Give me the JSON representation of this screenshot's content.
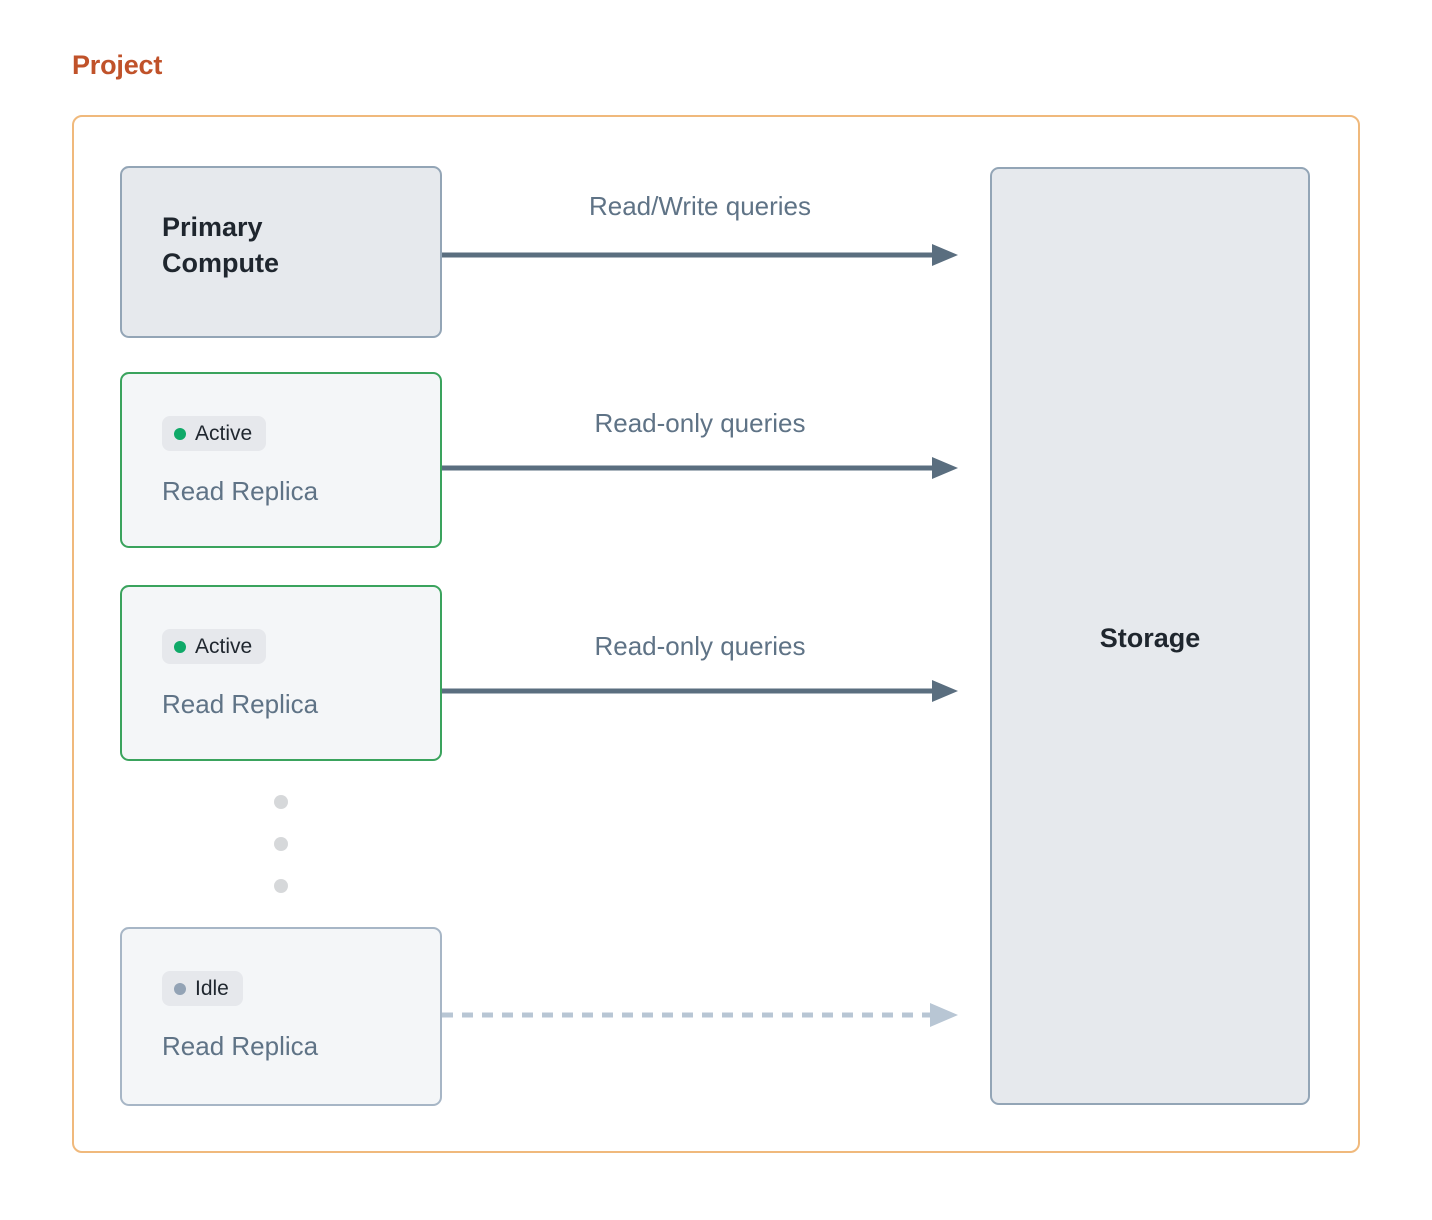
{
  "title": "Project",
  "colors": {
    "title": "#c0522a",
    "frame_border": "#f0b97c",
    "node_fill": "#e6e9ed",
    "node_border": "#93a5b6",
    "replica_fill": "#f4f6f8",
    "active_border": "#3aa35d",
    "idle_border": "#a7b6c6",
    "active_dot": "#0fa968",
    "idle_dot": "#93a3b5",
    "arrow_solid": "#5a6e7f",
    "arrow_dashed": "#b8c6d4",
    "label_text": "#5f7386",
    "node_text": "#1f262e",
    "badge_bg": "#e6e8ec",
    "ellipsis_dot": "#d6d8da"
  },
  "nodes": {
    "primary": {
      "title": "Primary\nCompute",
      "line1": "Primary",
      "line2": "Compute"
    },
    "storage": {
      "title": "Storage"
    },
    "replicas": [
      {
        "status": "Active",
        "status_dot": "green-dot-icon",
        "label": "Read Replica"
      },
      {
        "status": "Active",
        "status_dot": "green-dot-icon",
        "label": "Read Replica"
      },
      {
        "status": "Idle",
        "status_dot": "gray-dot-icon",
        "label": "Read Replica"
      }
    ]
  },
  "connectors": [
    {
      "label": "Read/Write queries",
      "style": "solid",
      "from": "primary",
      "to": "storage"
    },
    {
      "label": "Read-only queries",
      "style": "solid",
      "from": "replica-1",
      "to": "storage"
    },
    {
      "label": "Read-only queries",
      "style": "solid",
      "from": "replica-2",
      "to": "storage"
    },
    {
      "label": "",
      "style": "dashed",
      "from": "replica-3",
      "to": "storage"
    }
  ],
  "ellipsis": {
    "dots": 3,
    "meaning": "more-replicas-indicator"
  }
}
